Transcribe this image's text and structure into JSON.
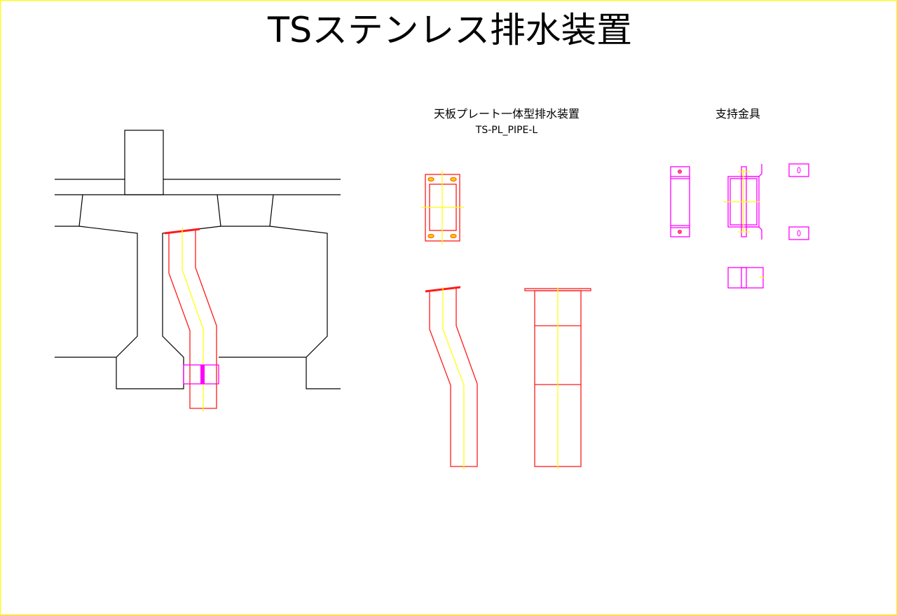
{
  "title": "TSステンレス排水装置",
  "sections": [
    {
      "title": "天板プレート一体型排水装置",
      "subtitle": "TS-PL_PIPE-L"
    },
    {
      "title": "支持金具"
    }
  ],
  "colors": {
    "border": "#ffff00",
    "structure": "#000000",
    "pipe": "#ff1a1a",
    "centerline": "#ffff00",
    "bracket": "#ff00ff"
  }
}
